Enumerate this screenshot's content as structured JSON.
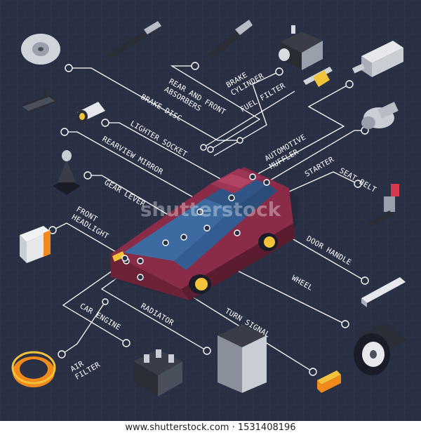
{
  "labels": {
    "brake_cylinder": [
      "BRAKE",
      "CYLINDER"
    ],
    "rear_front_absorbers": [
      "REAR AND FRONT",
      "ABSORBERS"
    ],
    "fuel_filter": "FUEL FILTER",
    "brake_disc": "BRAKE DISC",
    "automotive_muffler": [
      "AUTOMOTIVE",
      "MUFFLER"
    ],
    "lighter_socket": "LIGHTER SOCKET",
    "starter": "STARTER",
    "rearview_mirror": "REARVIEW MIRROR",
    "seat_belt": "SEAT BELT",
    "gear_lever": "GEAR LEVER",
    "front_headlight": [
      "FRONT",
      "HEADLIGHT"
    ],
    "door_handle": "DOOR HANDLE",
    "wheel": "WHEEL",
    "car_engine": "CAR ENGINE",
    "radiator": "RADIATOR",
    "turn_signal": "TURN SIGNAL",
    "air_filter": [
      "AIR",
      "FILTER"
    ]
  },
  "watermark": "shutterstock",
  "footer": "www.shutterstock.com · 1531408196",
  "colors": {
    "background": "#2a3044",
    "car_body": "#8a2c47",
    "car_glass": "#3d6aa0",
    "accent_yellow": "#f2c33a",
    "accent_orange": "#f08a1c"
  }
}
